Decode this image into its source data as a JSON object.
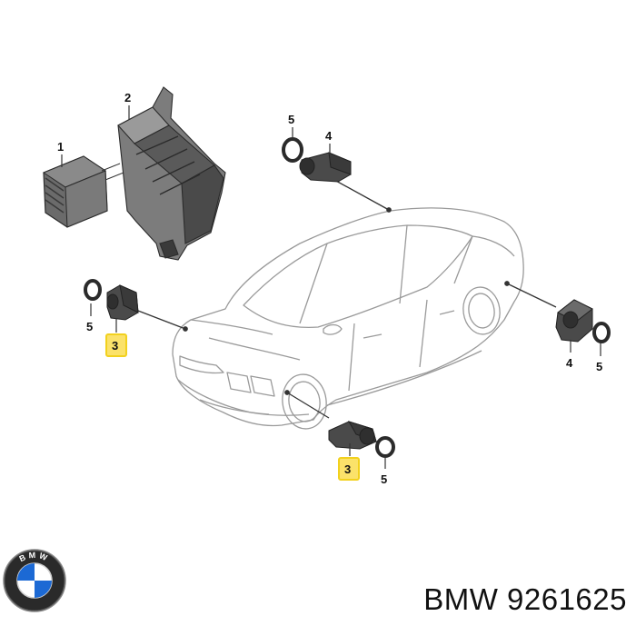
{
  "callouts": {
    "c1": "1",
    "c2": "2",
    "c3_front": "3",
    "c3_rear": "3",
    "c4_top": "4",
    "c4_right": "4",
    "c5_top": "5",
    "c5_left": "5",
    "c5_right": "5",
    "c5_bottom": "5"
  },
  "logo_letters": "BMW",
  "part_label": "BMW 9261625",
  "colors": {
    "line": "#333333",
    "part_dark": "#3a3a3a",
    "part_mid": "#6b6b6b",
    "part_light": "#9a9a9a",
    "highlight_box": "#f2d11e",
    "bmw_blue": "#1c69d4"
  }
}
